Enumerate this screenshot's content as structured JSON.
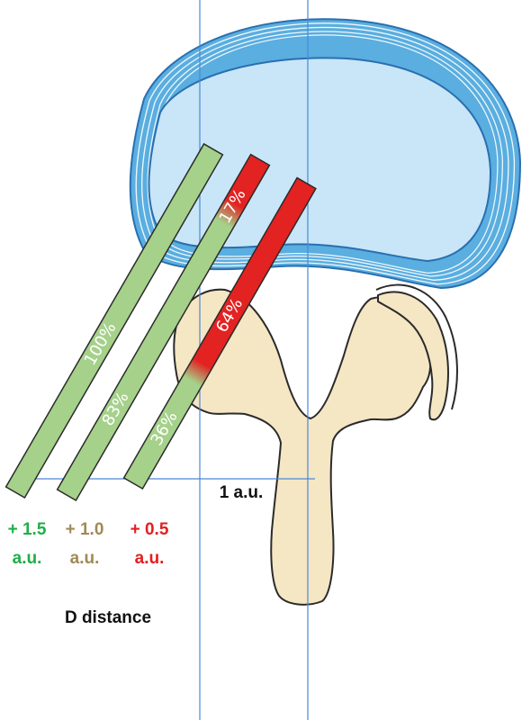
{
  "colors": {
    "disc_outer": "#5aaee0",
    "disc_inner": "#c8e6f8",
    "disc_line": "#2a6fb0",
    "bone": "#f5e6c4",
    "bone_line": "#2b2b2b",
    "guide_line": "#4b88d6",
    "green_bar": "#a5d18a",
    "red_bar": "#e32222",
    "green_text": "#1fae4a",
    "tan_text": "#a08a55",
    "red_text": "#e02020",
    "black_text": "#111111"
  },
  "scale_label": "1 a.u.",
  "distance_label": "D distance",
  "trajectories": [
    {
      "id": "t15",
      "offset_label": "+ 1.5",
      "unit_label": "a.u.",
      "color": "green_text",
      "segments": [
        {
          "text": "100%",
          "color": "green_bar",
          "fraction": 1.0
        }
      ]
    },
    {
      "id": "t10",
      "offset_label": "+ 1.0",
      "unit_label": "a.u.",
      "color": "tan_text",
      "segments": [
        {
          "text": "83%",
          "color": "green_bar",
          "fraction": 0.83
        },
        {
          "text": "17%",
          "color": "red_bar",
          "fraction": 0.17
        }
      ]
    },
    {
      "id": "t05",
      "offset_label": "+ 0.5",
      "unit_label": "a.u.",
      "color": "red_text",
      "segments": [
        {
          "text": "36%",
          "color": "green_bar",
          "fraction": 0.36
        },
        {
          "text": "64%",
          "color": "red_bar",
          "fraction": 0.64
        }
      ]
    }
  ]
}
